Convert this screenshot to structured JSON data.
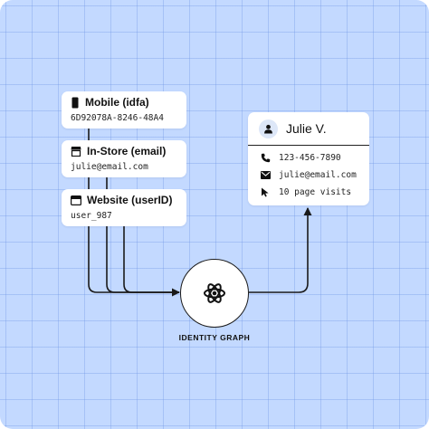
{
  "sources": [
    {
      "title": "Mobile (idfa)",
      "value": "6D92078A-8246-48A4",
      "icon": "smartphone-icon"
    },
    {
      "title": "In-Store (email)",
      "value": "julie@email.com",
      "icon": "storefront-icon"
    },
    {
      "title": "Website (userID)",
      "value": "user_987",
      "icon": "browser-window-icon"
    }
  ],
  "hub": {
    "label": "IDENTITY GRAPH",
    "icon": "atom-icon"
  },
  "profile": {
    "name": "Julie V.",
    "icon": "user-avatar-icon",
    "attributes": [
      {
        "icon": "phone-icon",
        "value": "123-456-7890"
      },
      {
        "icon": "mail-icon",
        "value": "julie@email.com"
      },
      {
        "icon": "cursor-icon",
        "value": "10 page visits"
      }
    ]
  },
  "colors": {
    "background": "#c3d9ff",
    "grid": "#8aaee8",
    "card": "#ffffff",
    "line": "#1a1a1a"
  }
}
